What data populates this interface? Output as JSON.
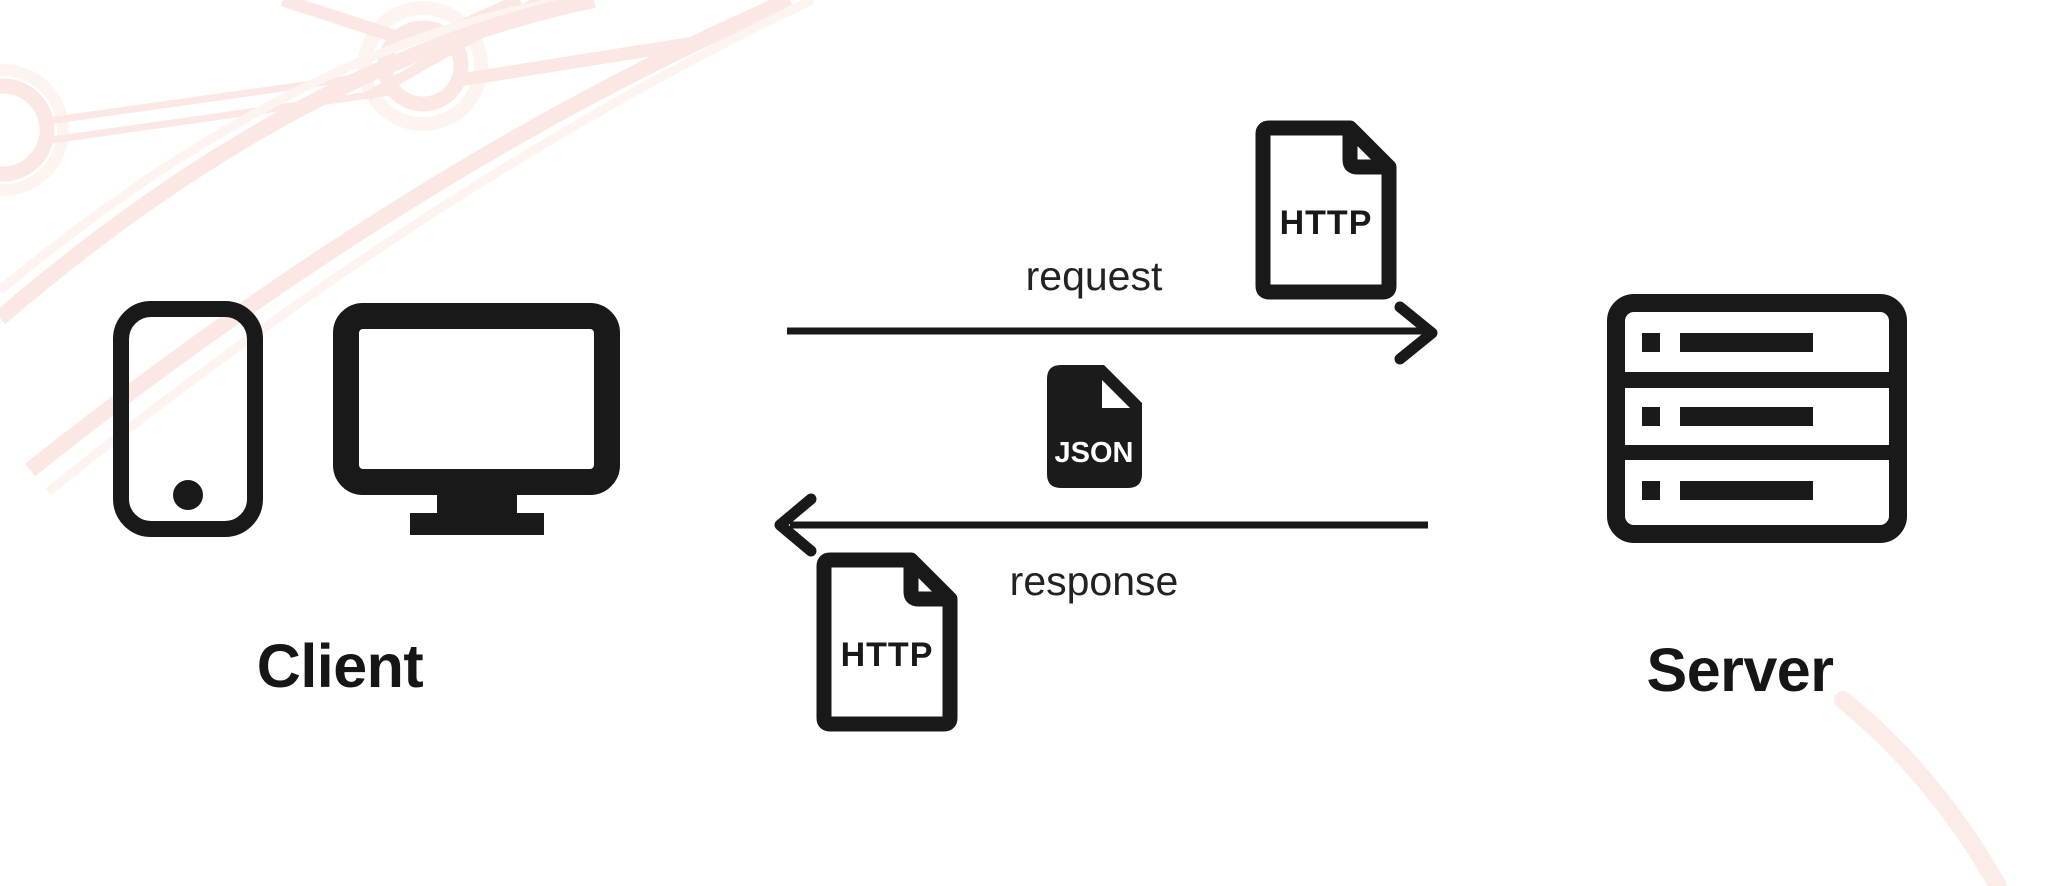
{
  "diagram": {
    "client": {
      "label": "Client",
      "icons": [
        "smartphone-icon",
        "desktop-monitor-icon"
      ]
    },
    "server": {
      "label": "Server",
      "icons": [
        "server-rack-icon"
      ],
      "rack_rows": 3
    },
    "request": {
      "label": "request",
      "file_badge": "HTTP",
      "direction": "client-to-server"
    },
    "response": {
      "label": "response",
      "file_badge": "HTTP",
      "direction": "server-to-client"
    },
    "payload": {
      "file_badge": "JSON"
    },
    "colors": {
      "ink": "#191919",
      "background": "#ffffff",
      "decor_pink": "#fbe7e4",
      "decor_pink_soft": "#fdf3f1",
      "decor_peach": "#fcece7"
    }
  }
}
